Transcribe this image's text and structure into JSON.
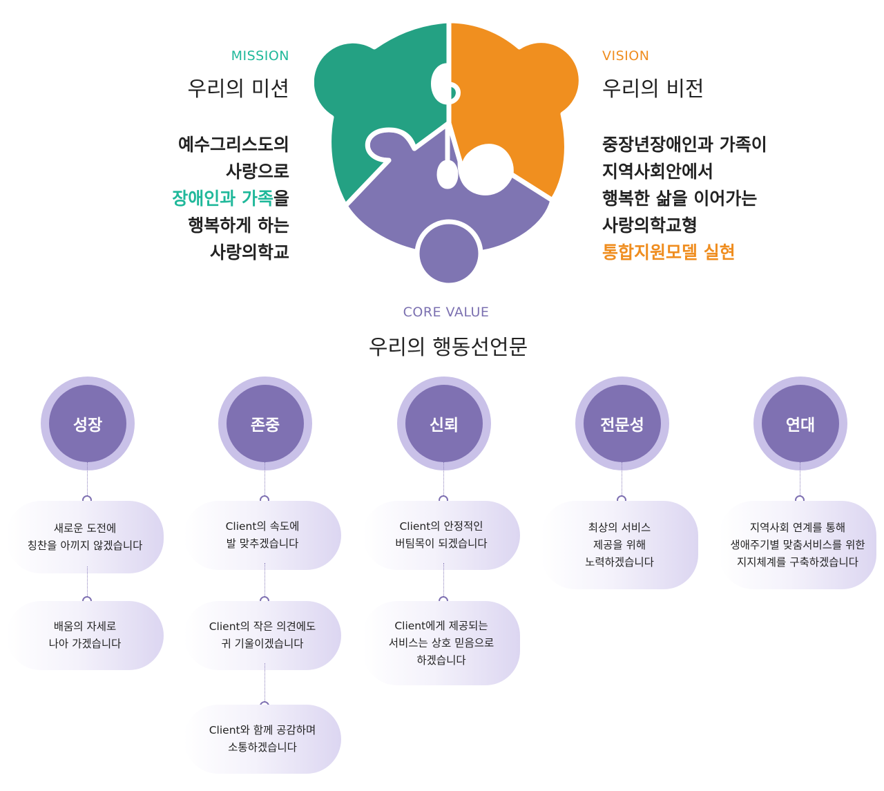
{
  "mission": {
    "eyebrow": "MISSION",
    "heading": "우리의 미션",
    "lines": [
      "예수그리스도의",
      "사랑으로"
    ],
    "highlight": "장애인과 가족",
    "highlight_suffix": "을",
    "lines_after": [
      "행복하게 하는",
      "사랑의학교"
    ]
  },
  "vision": {
    "eyebrow": "VISION",
    "heading": "우리의 비전",
    "lines": [
      "중장년장애인과 가족이",
      "지역사회안에서",
      "행복한 삶을 이어가는",
      "사랑의학교형"
    ],
    "highlight": "통합지원모델 실현"
  },
  "core": {
    "eyebrow": "CORE VALUE",
    "heading": "우리의 행동선언문"
  },
  "colors": {
    "green": "#24a183",
    "orange": "#f08f1f",
    "purple": "#7f75b2",
    "circle_ring": "#c9c1e8"
  },
  "values": [
    {
      "name": "성장",
      "items": [
        "새로운 도전에\n칭찬을 아끼지 않겠습니다",
        "배움의 자세로\n나아 가겠습니다"
      ]
    },
    {
      "name": "존중",
      "items": [
        "Client의 속도에\n발 맞추겠습니다",
        "Client의 작은 의견에도\n귀 기울이겠습니다",
        "Client와 함께 공감하며\n소통하겠습니다"
      ]
    },
    {
      "name": "신뢰",
      "items": [
        "Client의 안정적인\n버팀목이 되겠습니다",
        "Client에게 제공되는\n서비스는 상호 믿음으로\n하겠습니다"
      ]
    },
    {
      "name": "전문성",
      "items": [
        "최상의 서비스\n제공을 위해\n노력하겠습니다"
      ]
    },
    {
      "name": "연대",
      "items": [
        "지역사회 연계를 통해\n생애주기별 맞춤서비스를 위한\n지지체계를 구축하겠습니다"
      ]
    }
  ]
}
